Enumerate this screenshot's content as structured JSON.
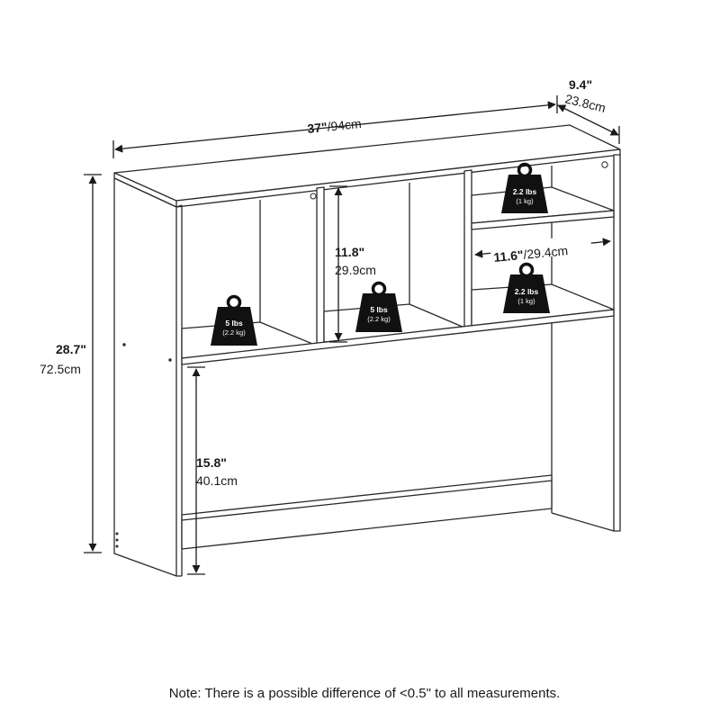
{
  "dimensions": {
    "width": {
      "in": "37\"",
      "cm": "/94cm"
    },
    "depth": {
      "in": "9.4\"",
      "cm": "23.8cm"
    },
    "height": {
      "in": "28.7\"",
      "cm": "72.5cm"
    },
    "upper_shelf_height": {
      "in": "11.8\"",
      "cm": "29.9cm"
    },
    "lower_opening_height": {
      "in": "15.8\"",
      "cm": "40.1cm"
    },
    "right_compartment_width": {
      "in": "11.6\"",
      "cm": "/29.4cm"
    }
  },
  "weights": {
    "left": {
      "lbs": "5 lbs",
      "kg": "(2.2 kg)"
    },
    "middle": {
      "lbs": "5 lbs",
      "kg": "(2.2 kg)"
    },
    "right_top": {
      "lbs": "2.2 lbs",
      "kg": "(1 kg)"
    },
    "right_bottom": {
      "lbs": "2.2 lbs",
      "kg": "(1 kg)"
    }
  },
  "note": "Note: There is a possible difference of <0.5\" to all measurements."
}
